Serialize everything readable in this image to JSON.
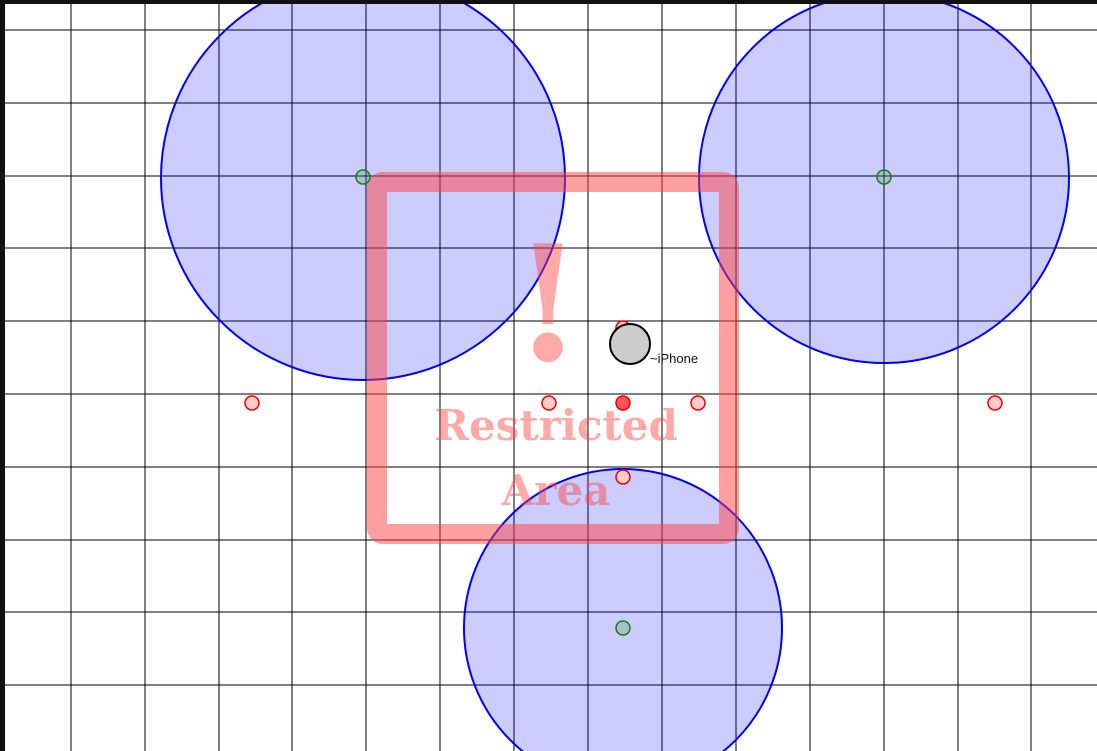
{
  "restricted_zone": {
    "exclamation": "!",
    "line1": "Restricted",
    "line2": "Area"
  },
  "device": {
    "label": "~iPhone"
  },
  "colors": {
    "grid": "#000000",
    "frame": "#111111",
    "beacon_fill": "rgba(0,0,255,0.2)",
    "beacon_stroke": "#0000ee",
    "beacon_center": "#1a7a1a",
    "zone": "rgba(255,64,64,0.5)",
    "zone_text": "rgba(255,64,64,0.45)",
    "marker_stroke": "#ee0000",
    "marker_fill": "#ffcccc",
    "marker_active_fill": "#ff5555",
    "device_fill": "#cccccc",
    "device_stroke": "#000000"
  },
  "icons": {
    "beacon_center": "circle-outline-icon",
    "position_marker": "circle-outline-icon",
    "device": "circle-filled-icon"
  }
}
